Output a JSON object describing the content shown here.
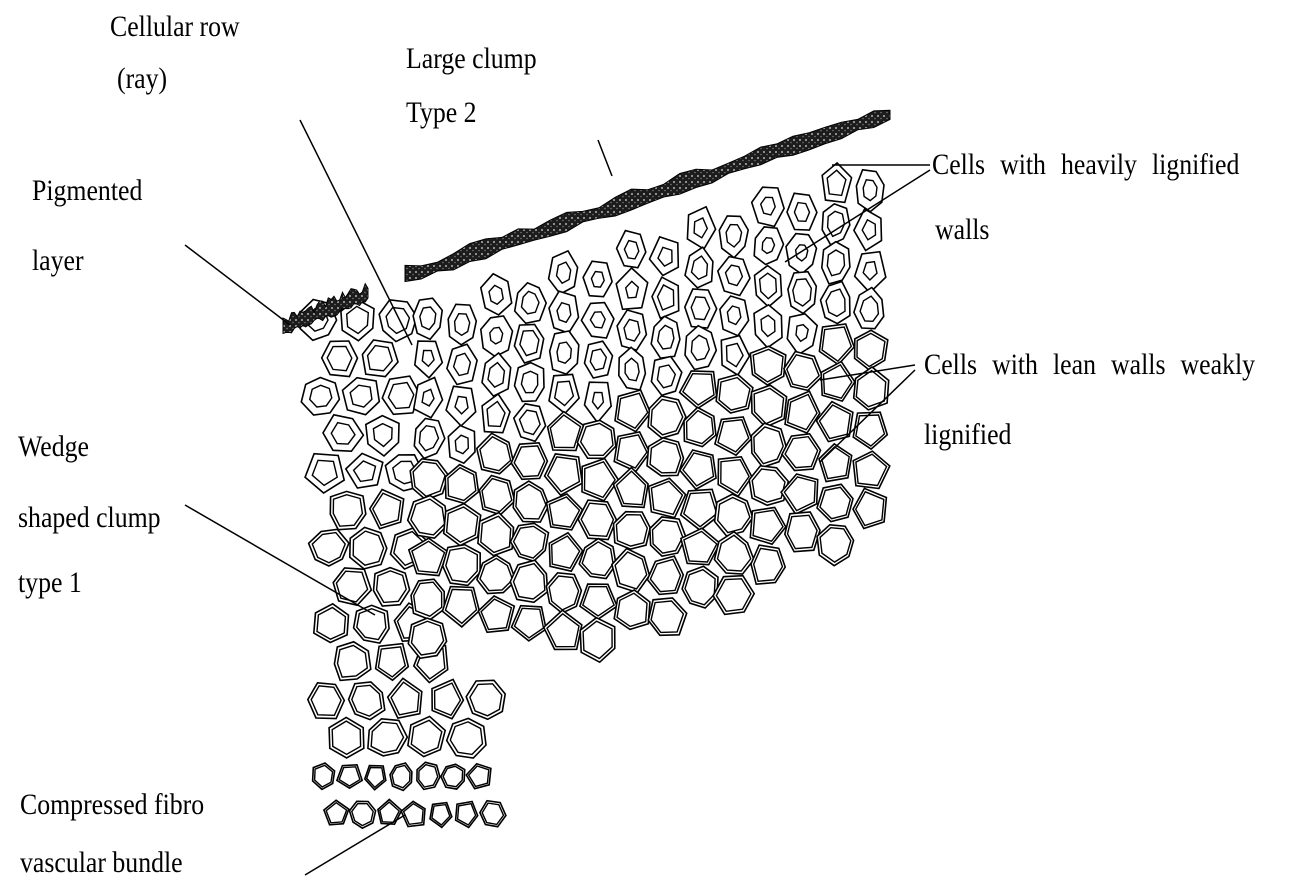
{
  "labels": {
    "cellular_row": [
      "Cellular row",
      "(ray)"
    ],
    "large_clump": [
      "Large clump",
      "Type 2"
    ],
    "pigmented_layer": [
      "Pigmented",
      "layer"
    ],
    "heavily_lignified": [
      "Cells with heavily lignified",
      "walls"
    ],
    "lean_walls": [
      "Cells with lean walls weakly",
      "lignified"
    ],
    "wedge_clump": [
      "Wedge",
      "shaped clump",
      "type 1"
    ],
    "fibro_bundle": [
      "Compressed fibro",
      "vascular bundle"
    ]
  },
  "colors": {
    "ink": "#000000",
    "paper": "#ffffff",
    "pigment": "#2a2a2a"
  }
}
